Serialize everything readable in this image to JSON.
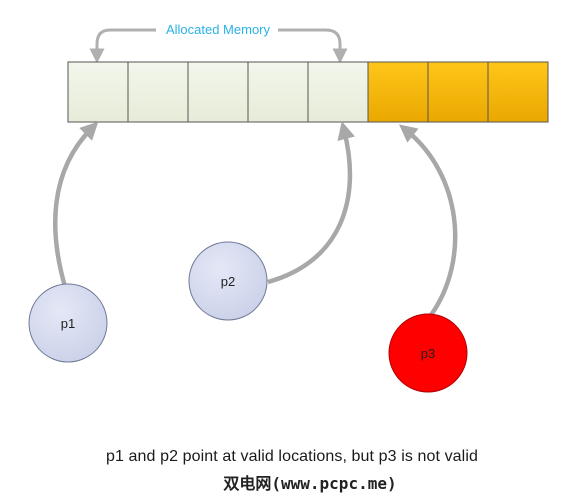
{
  "memory": {
    "label": "Allocated Memory",
    "allocated_cells": 5,
    "unallocated_cells": 3,
    "colors": {
      "allocated_fill": "#edf2e2",
      "unallocated_fill": "#f7b900",
      "cell_border": "#555555",
      "label_text": "#2bb2e6"
    }
  },
  "pointers": [
    {
      "id": "p1",
      "label": "p1",
      "fill": "#d7dcf0",
      "valid": true
    },
    {
      "id": "p2",
      "label": "p2",
      "fill": "#d7dcf0",
      "valid": true
    },
    {
      "id": "p3",
      "label": "p3",
      "fill": "#ff0000",
      "valid": false
    }
  ],
  "caption": "p1 and p2 point at valid locations, but p3 is not valid",
  "watermark": "双电网(www.pcpc.me)"
}
